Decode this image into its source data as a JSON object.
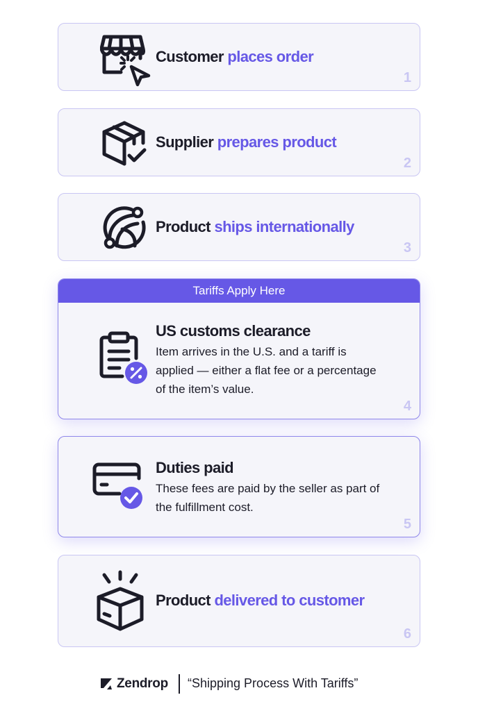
{
  "steps": [
    {
      "title_dark": "Customer",
      "title_accent": "places order",
      "number": "1",
      "icon": "storefront-click-icon"
    },
    {
      "title_dark": "Supplier",
      "title_accent": "prepares product",
      "number": "2",
      "icon": "box-check-icon"
    },
    {
      "title_dark": "Product",
      "title_accent": "ships internationally",
      "number": "3",
      "icon": "globe-route-icon"
    },
    {
      "banner": "Tariffs Apply Here",
      "title": "US customs clearance",
      "description": "Item arrives in the U.S. and a tariff is applied — either a flat fee or a percentage of the item’s value.",
      "number": "4",
      "icon": "clipboard-percent-icon"
    },
    {
      "title": "Duties paid",
      "description": "These fees are paid by the seller as part of the fulfillment cost.",
      "number": "5",
      "icon": "card-check-icon"
    },
    {
      "title_dark": "Product",
      "title_accent": "delivered to customer",
      "number": "6",
      "icon": "open-box-icon"
    }
  ],
  "footer": {
    "brand": "Zendrop",
    "caption": "“Shipping Process With Tariffs”"
  },
  "colors": {
    "accent": "#6658e6",
    "dark": "#1c1c28",
    "card_border": "#c9c6f3",
    "card_bg": "#f5f5fa"
  }
}
